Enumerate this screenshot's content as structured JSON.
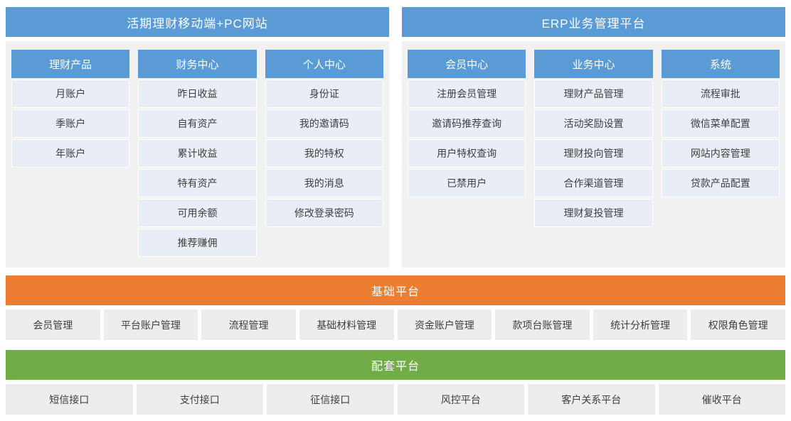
{
  "colors": {
    "blue": "#5B9BD5",
    "orange": "#ED7D31",
    "green": "#70AD47",
    "panel_bg": "#F1F1F2",
    "cell_blue_bg": "#E9EDF6",
    "cell_gray_bg": "#EDEDED",
    "text_dark": "#3F3F3F"
  },
  "panels": [
    {
      "title": "活期理财移动端+PC网站",
      "columns": [
        {
          "header": "理财产品",
          "items": [
            "月账户",
            "季账户",
            "年账户"
          ]
        },
        {
          "header": "财务中心",
          "items": [
            "昨日收益",
            "自有资产",
            "累计收益",
            "特有资产",
            "可用余额",
            "推荐赚佣"
          ]
        },
        {
          "header": "个人中心",
          "items": [
            "身份证",
            "我的邀请码",
            "我的特权",
            "我的消息",
            "修改登录密码"
          ]
        }
      ]
    },
    {
      "title": "ERP业务管理平台",
      "columns": [
        {
          "header": "会员中心",
          "items": [
            "注册会员管理",
            "邀请码推荐查询",
            "用户特权查询",
            "已禁用户"
          ]
        },
        {
          "header": "业务中心",
          "items": [
            "理财产品管理",
            "活动奖励设置",
            "理财投向管理",
            "合作渠道管理",
            "理财复投管理"
          ]
        },
        {
          "header": "系统",
          "items": [
            "流程审批",
            "微信菜单配置",
            "网站内容管理",
            "贷款产品配置"
          ]
        }
      ]
    }
  ],
  "bands": [
    {
      "title": "基础平台",
      "items": [
        "会员管理",
        "平台账户管理",
        "流程管理",
        "基础材料管理",
        "资金账户管理",
        "款项台账管理",
        "统计分析管理",
        "权限角色管理"
      ]
    },
    {
      "title": "配套平台",
      "items": [
        "短信接口",
        "支付接口",
        "征信接口",
        "风控平台",
        "客户关系平台",
        "催收平台"
      ]
    }
  ]
}
